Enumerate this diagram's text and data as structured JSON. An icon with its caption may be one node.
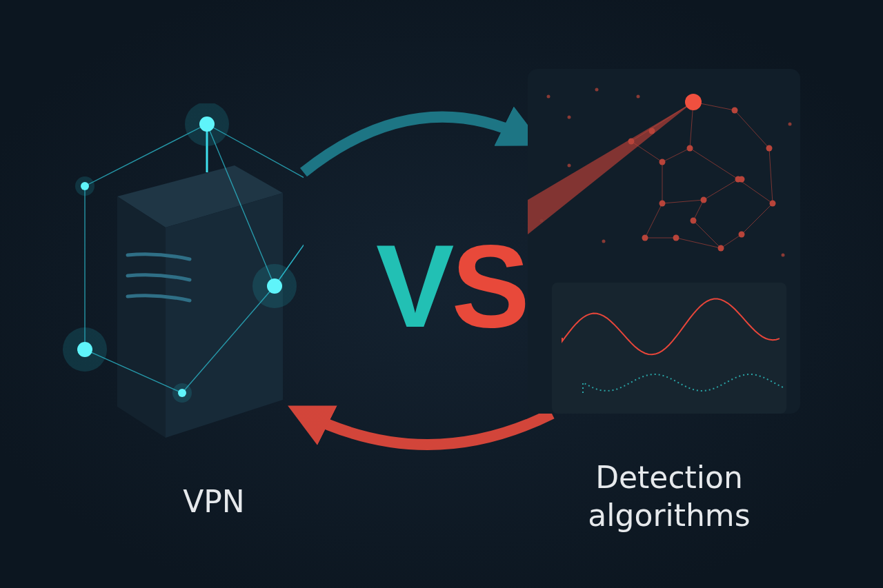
{
  "diagram": {
    "nodes": [
      {
        "text": [],
        "shape": "picture",
        "beside": [
          "VPN"
        ]
      },
      {
        "text": [],
        "shape": "picture",
        "beside": [
          "Detection algorithms"
        ]
      }
    ],
    "edges": [
      {
        "from": 0,
        "to": 1,
        "arrow": "to",
        "color": "#1f7f8f"
      },
      {
        "from": 1,
        "to": 0,
        "arrow": "to",
        "color": "#e84a3c"
      }
    ],
    "labels": [
      "VS"
    ]
  }
}
